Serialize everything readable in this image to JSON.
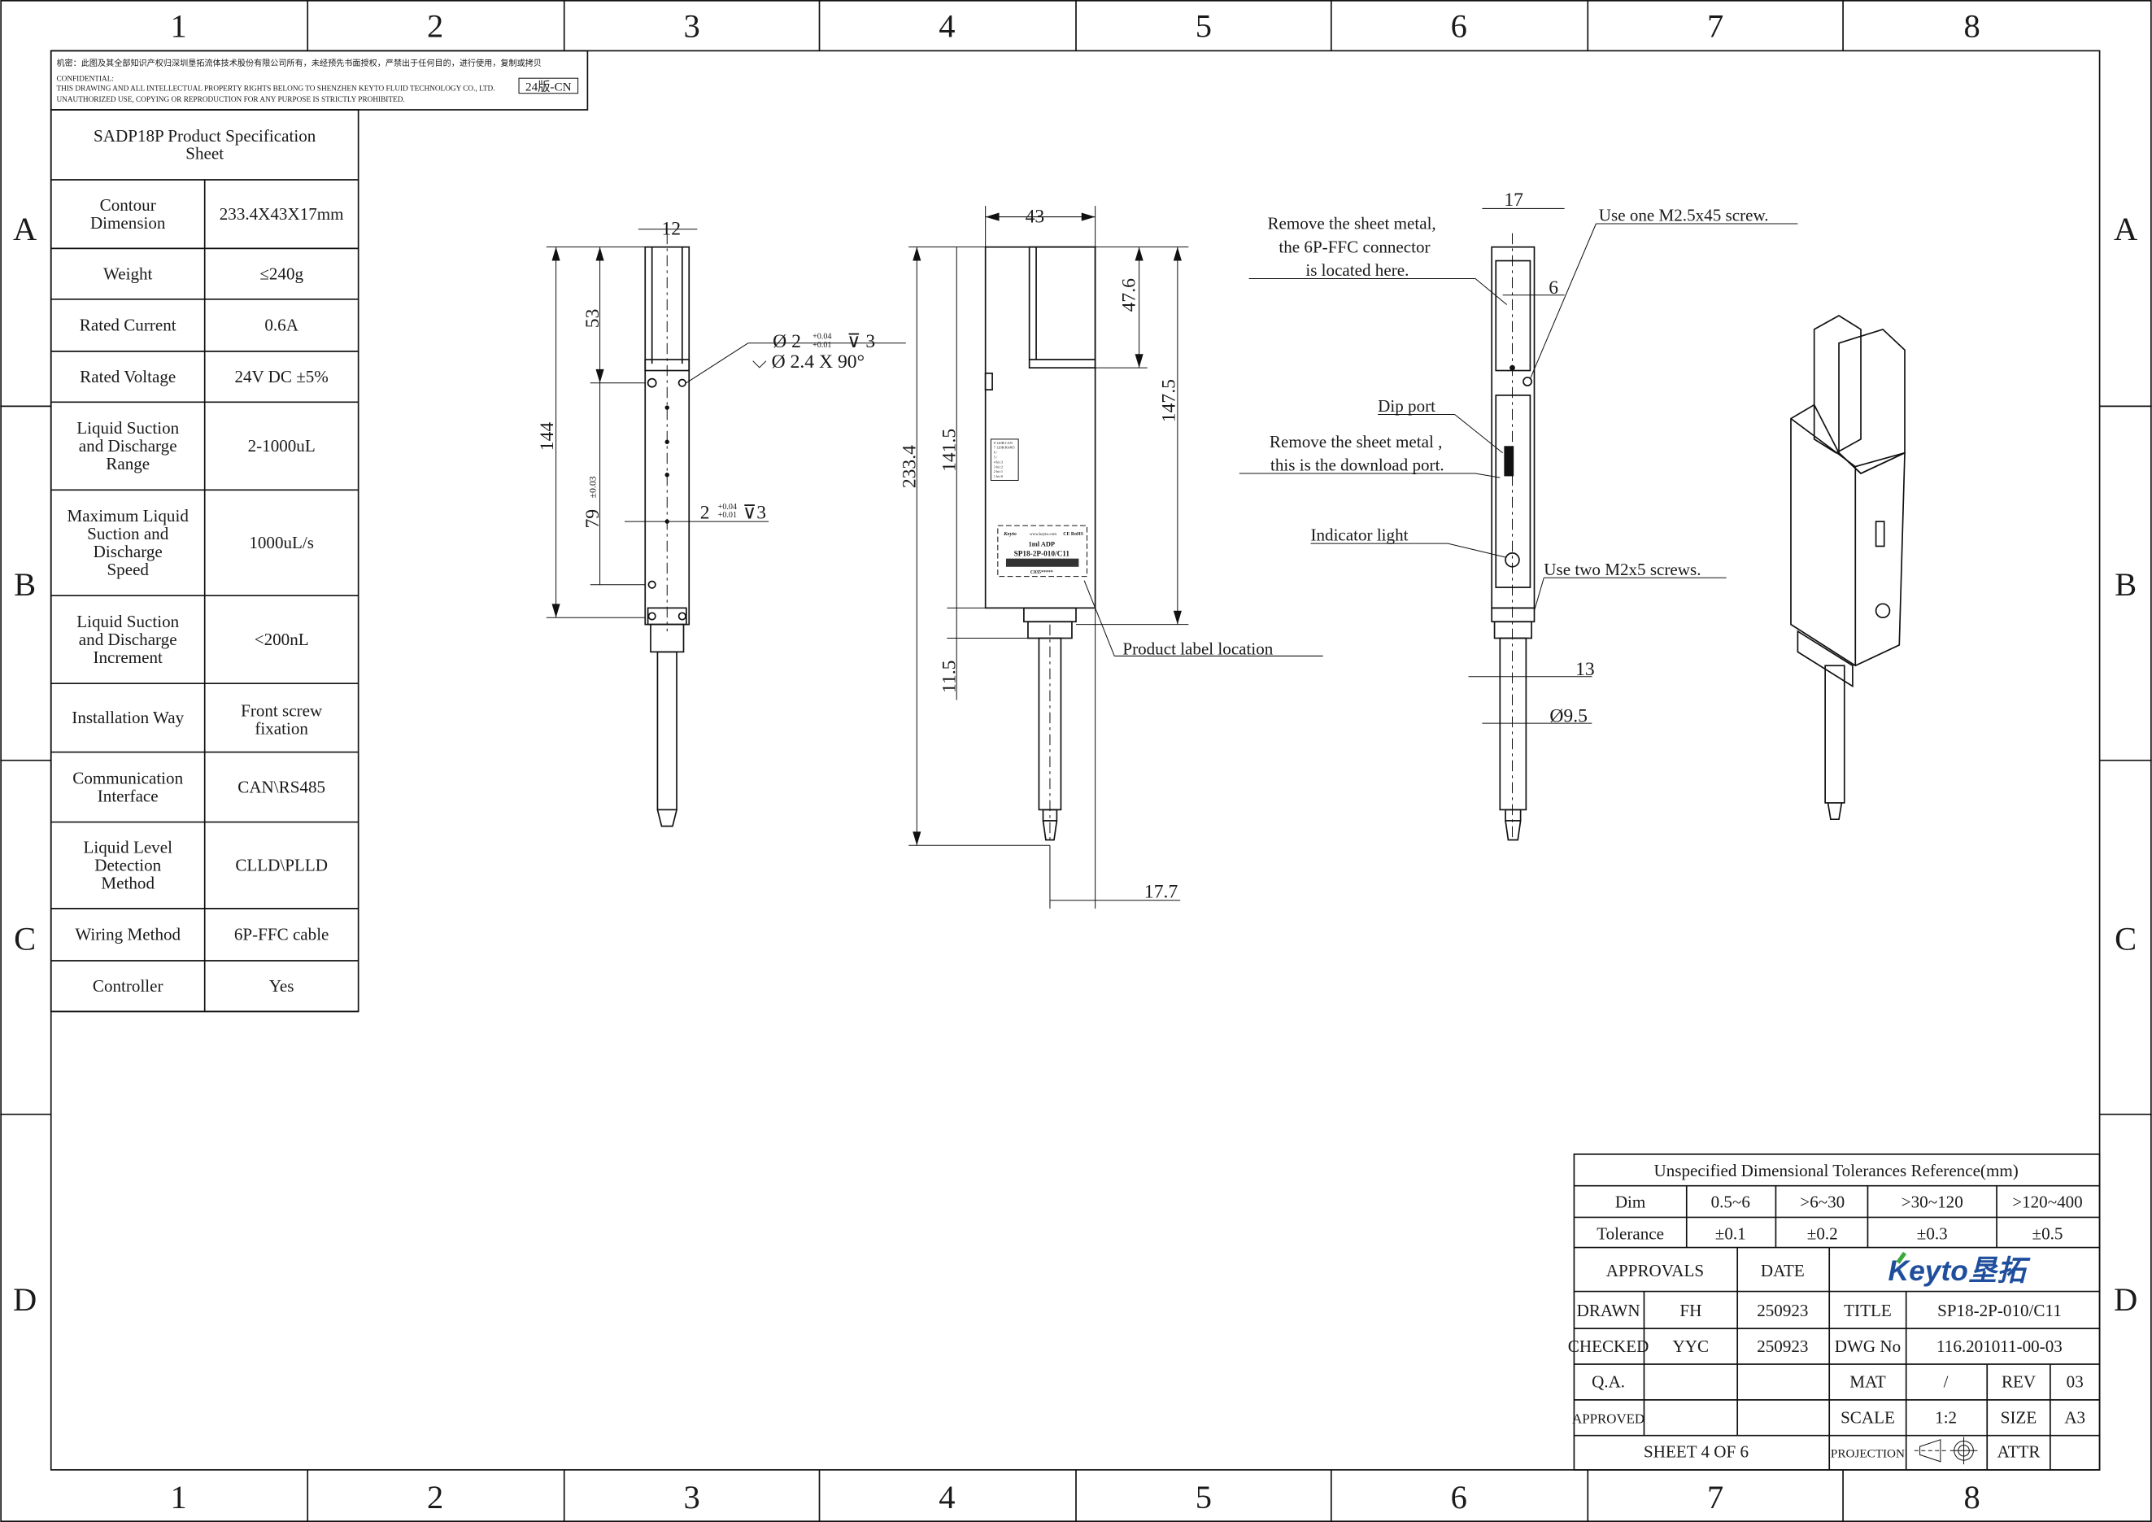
{
  "frame": {
    "columns": [
      "1",
      "2",
      "3",
      "4",
      "5",
      "6",
      "7",
      "8"
    ],
    "rows": [
      "A",
      "B",
      "C",
      "D"
    ]
  },
  "confidential": {
    "cn": "机密：此图及其全部知识产权归深圳垦拓流体技术股份有限公司所有，未经预先书面授权，严禁出于任何目的，进行使用，复制或拷贝",
    "label": "CONFIDENTIAL:",
    "line1": "THIS DRAWING AND ALL INTELLECTUAL PROPERTY RIGHTS BELONG TO SHENZHEN KEYTO FLUID TECHNOLOGY CO., LTD.",
    "line2": "UNAUTHORIZED USE, COPYING OR REPRODUCTION FOR ANY PURPOSE IS STRICTLY PROHIBITED.",
    "version": "24版-CN"
  },
  "spec": {
    "title": [
      "SADP18P Product Specification",
      "Sheet"
    ],
    "rows": [
      {
        "label": [
          "Contour",
          "Dimension"
        ],
        "value": "233.4X43X17mm"
      },
      {
        "label": [
          "Weight"
        ],
        "value": "≤240g"
      },
      {
        "label": [
          "Rated Current"
        ],
        "value": "0.6A"
      },
      {
        "label": [
          "Rated Voltage"
        ],
        "value": "24V DC ±5%"
      },
      {
        "label": [
          "Liquid Suction",
          "and Discharge",
          "Range"
        ],
        "value": "2-1000uL"
      },
      {
        "label": [
          "Maximum Liquid",
          "Suction and",
          "Discharge",
          "Speed"
        ],
        "value": "1000uL/s"
      },
      {
        "label": [
          "Liquid Suction",
          "and Discharge",
          "Increment"
        ],
        "value": "<200nL"
      },
      {
        "label": [
          "Installation Way"
        ],
        "value": "Front screw fixation"
      },
      {
        "label": [
          "Communication",
          "Interface"
        ],
        "value": "CAN\\RS485"
      },
      {
        "label": [
          "Liquid Level",
          "Detection",
          "Method"
        ],
        "value": "CLLD\\PLLD"
      },
      {
        "label": [
          "Wiring Method"
        ],
        "value": "6P-FFC cable"
      },
      {
        "label": [
          "Controller"
        ],
        "value": "Yes"
      }
    ]
  },
  "dimensions": {
    "side": {
      "width": "12",
      "d53": "53",
      "d144": "144",
      "d79": "79",
      "d79_tol": "±0.03",
      "hole1_a": "Ø 2",
      "hole1_tol_up": "+0.04",
      "hole1_tol_dn": "+0.01",
      "hole1_depth": "⊽ 3",
      "hole1_b": "⌵ Ø 2.4 X 90°",
      "hole2": "2",
      "hole2_depth": "⊽3"
    },
    "front": {
      "width": "43",
      "d47_6": "47.6",
      "d141_5": "141.5",
      "d233_4": "233.4",
      "d147_5": "147.5",
      "d11_5": "11.5",
      "d17_7": "17.7",
      "label_note": "Product label location"
    },
    "back": {
      "width": "17",
      "d6": "6",
      "d13": "13",
      "d9_5": "Ø9.5"
    }
  },
  "notes": {
    "ffc": [
      "Remove the sheet metal,",
      "the 6P-FFC connector",
      "is located here."
    ],
    "screw1": "Use one M2.5x45 screw.",
    "dip": "Dip port",
    "download": [
      "Remove the sheet metal ,",
      "this is the download port."
    ],
    "indicator": "Indicator light",
    "screw2": "Use two M2x5 screws."
  },
  "product_label": {
    "brand": "Keyto",
    "url": "www.keyto.com",
    "cert": "CE RoHS",
    "model": "1ml ADP",
    "part": "SP18-2P-010/C11",
    "serial": "C035*****"
  },
  "dip_table": [
    "8 120R/CAN",
    "7 120R/RS485",
    "6 /",
    "5 /",
    "4 bit:3",
    "3 bit:2",
    "2 bit:1",
    "1 bit:0"
  ],
  "tolerances": {
    "title": "Unspecified Dimensional Tolerances Reference(mm)",
    "dim_label": "Dim",
    "tol_label": "Tolerance",
    "ranges": [
      "0.5~6",
      ">6~30",
      ">30~120",
      ">120~400"
    ],
    "values": [
      "±0.1",
      "±0.2",
      "±0.3",
      "±0.5"
    ]
  },
  "title_block": {
    "approvals": "APPROVALS",
    "date": "DATE",
    "logo": "Keyto垦拓",
    "logo_color": "#1f4e9c",
    "logo_accent": "#3aa83a",
    "drawn_label": "DRAWN",
    "drawn_by": "FH",
    "drawn_date": "250923",
    "checked_label": "CHECKED",
    "checked_by": "YYC",
    "checked_date": "250923",
    "qa_label": "Q.A.",
    "approved_label": "APPROVED",
    "title_label": "TITLE",
    "title": "SP18-2P-010/C11",
    "dwg_label": "DWG No",
    "dwg_no": "116.201011-00-03",
    "mat_label": "MAT",
    "mat": "/",
    "rev_label": "REV",
    "rev": "03",
    "scale_label": "SCALE",
    "scale": "1:2",
    "size_label": "SIZE",
    "size": "A3",
    "projection_label": "PROJECTION",
    "attr_label": "ATTR",
    "sheet": "SHEET 4 OF 6"
  }
}
